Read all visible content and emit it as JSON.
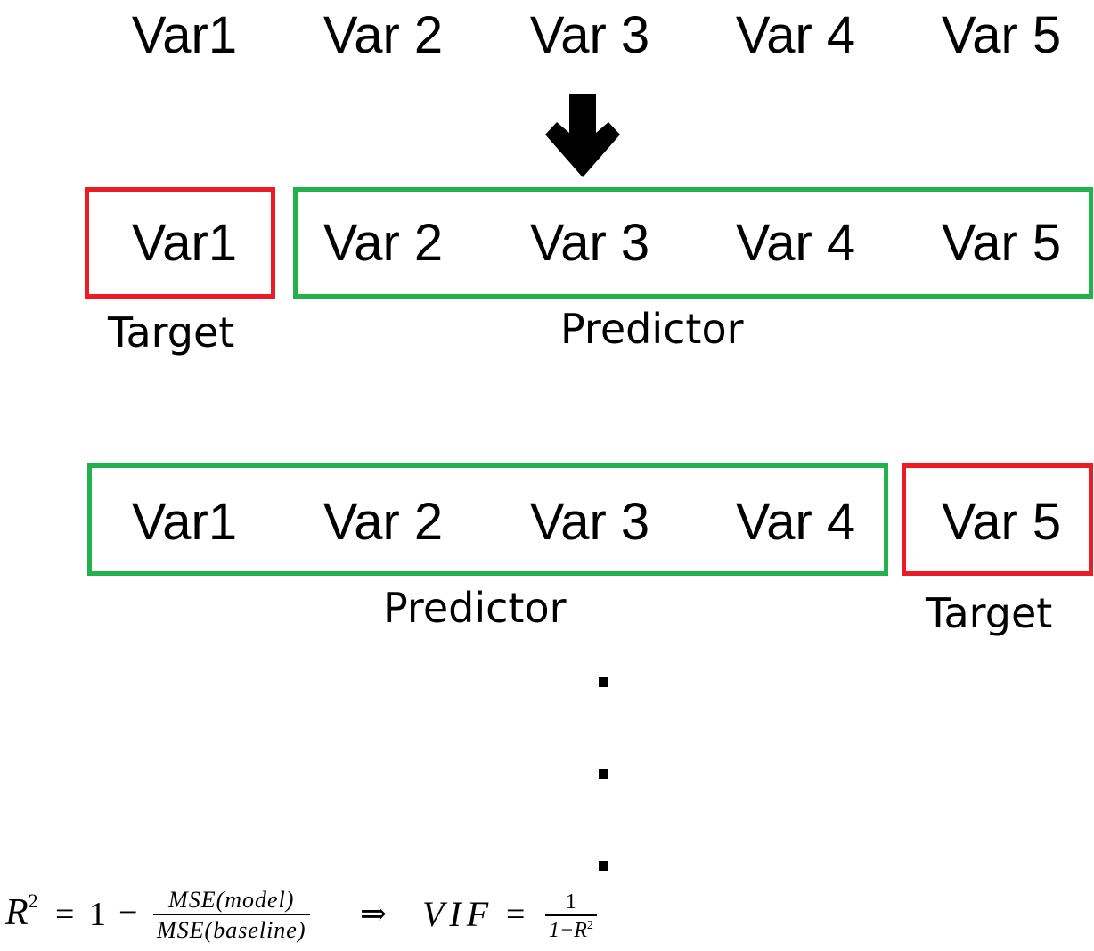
{
  "top_row": [
    "Var1",
    "Var 2",
    "Var 3",
    "Var 4",
    "Var 5"
  ],
  "example1": {
    "target_vars": [
      "Var1"
    ],
    "predictor_vars": [
      "Var 2",
      "Var 3",
      "Var 4",
      "Var 5"
    ],
    "target_label": "Target",
    "predictor_label": "Predictor"
  },
  "example2": {
    "predictor_vars": [
      "Var1",
      "Var 2",
      "Var 3",
      "Var 4"
    ],
    "target_vars": [
      "Var 5"
    ],
    "target_label": "Target",
    "predictor_label": "Predictor"
  },
  "colors": {
    "target": "#ed1c24",
    "predictor": "#22b14c"
  },
  "icons": {
    "arrow": "down-arrow-icon",
    "continuation": "vertical-ellipsis"
  },
  "formula": {
    "r2": "R",
    "r2_exp": "2",
    "equals": "=",
    "one": "1",
    "minus": "−",
    "frac1_num": "MSE(model)",
    "frac1_den": "MSE(baseline)",
    "implies": "⇒",
    "vif": "VIF",
    "frac2_num": "1",
    "frac2_den_a": "1−R",
    "frac2_den_exp": "2"
  }
}
